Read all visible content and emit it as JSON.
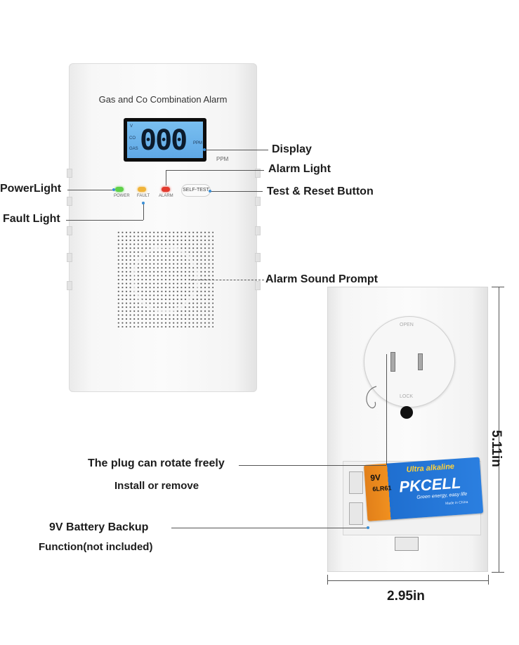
{
  "front": {
    "title": "Gas and Co Combination Alarm",
    "lcd_digits": "000",
    "lcd_indicators": [
      "V",
      "CO",
      "GAS"
    ],
    "lcd_ppm": "PPM",
    "ppm_label": "PPM",
    "leds": [
      {
        "label": "POWER",
        "color": "#5fd14a"
      },
      {
        "label": "FAULT",
        "color": "#f0b43a"
      },
      {
        "label": "ALARM",
        "color": "#e23b2f"
      }
    ],
    "self_test_label": "SELF-TEST"
  },
  "callouts": {
    "display": "Display",
    "alarm_light": "Alarm Light",
    "power_light": "PowerLight",
    "test_reset": "Test & Reset Button",
    "fault_light": "Fault Light",
    "sound_prompt": "Alarm Sound Prompt",
    "plug_rotate": "The plug can rotate freely",
    "install_remove": "Install or remove",
    "battery_backup": "9V Battery Backup",
    "function_note": "Function(not included)"
  },
  "back": {
    "dial_open": "OPEN",
    "dial_lock": "LOCK"
  },
  "battery": {
    "voltage": "9V",
    "model": "6LR61",
    "type": "Ultra alkaline",
    "brand": "PKCELL",
    "slogan": "Green energy, easy life",
    "made_in": "Made in China"
  },
  "dimensions": {
    "height": "5.11in",
    "width": "2.95in"
  },
  "colors": {
    "lcd_backlight": "#6ab3ec",
    "callout_dot": "#3a8fd6",
    "battery_orange": "#f0901f",
    "battery_blue": "#2b7fe0"
  }
}
